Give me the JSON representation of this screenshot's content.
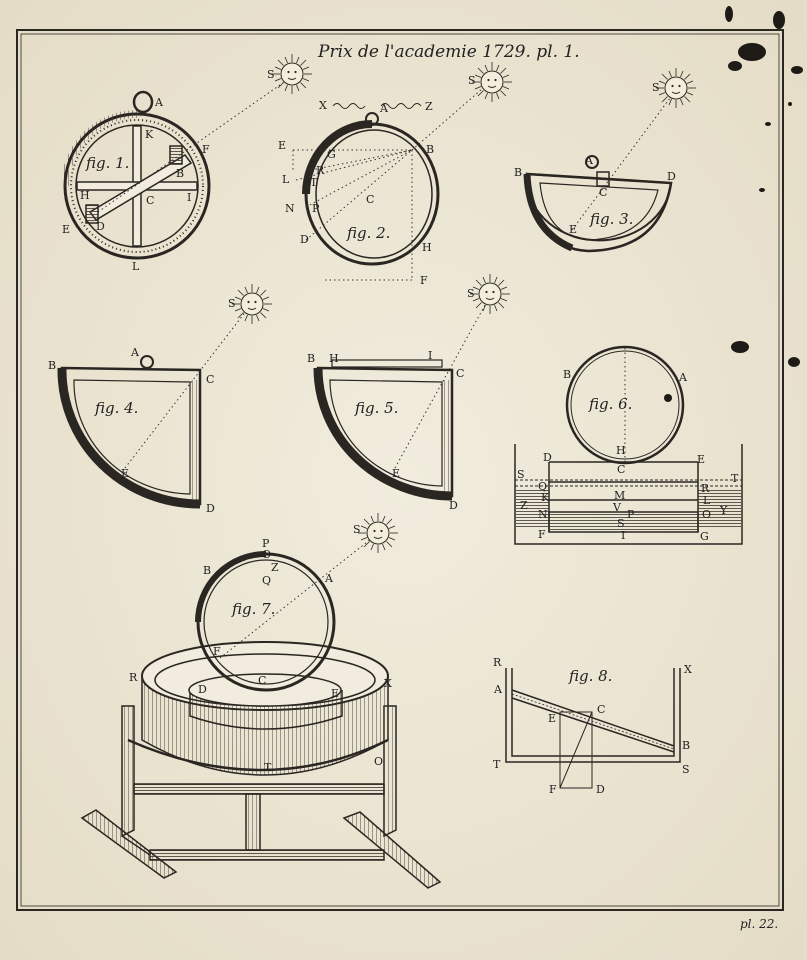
{
  "plate": {
    "title": "Prix de l'academie 1729. pl. 1.",
    "footer": "pl. 22.",
    "ink_color": "#2a2622",
    "paper_color": "#efe9d8"
  },
  "figures": {
    "fig1": {
      "caption": "fig. 1.",
      "labels": [
        "A",
        "K",
        "F",
        "B",
        "H",
        "C",
        "I",
        "E",
        "D",
        "L",
        "S"
      ]
    },
    "fig2": {
      "caption": "fig. 2.",
      "labels": [
        "X",
        "A",
        "Z",
        "S",
        "E",
        "G",
        "B",
        "L",
        "R",
        "T",
        "C",
        "N",
        "P",
        "D",
        "H",
        "F"
      ]
    },
    "fig3": {
      "caption": "fig. 3.",
      "labels": [
        "S",
        "A",
        "B",
        "D",
        "C",
        "E"
      ]
    },
    "fig4": {
      "caption": "fig. 4.",
      "labels": [
        "S",
        "A",
        "B",
        "C",
        "E",
        "D"
      ]
    },
    "fig5": {
      "caption": "fig. 5.",
      "labels": [
        "S",
        "B",
        "H",
        "I",
        "C",
        "E",
        "D"
      ]
    },
    "fig6": {
      "caption": "fig. 6.",
      "labels": [
        "B",
        "A",
        "H",
        "D",
        "E",
        "C",
        "S",
        "T",
        "Q",
        "R",
        "K",
        "M",
        "L",
        "Z",
        "Y",
        "V",
        "N",
        "O",
        "P",
        "S",
        "F",
        "I",
        "G"
      ]
    },
    "fig7": {
      "caption": "fig. 7.",
      "labels": [
        "S",
        "P",
        "O",
        "Z",
        "Q",
        "B",
        "A",
        "F",
        "R",
        "X",
        "D",
        "C",
        "E",
        "O",
        "T"
      ]
    },
    "fig8": {
      "caption": "fig. 8.",
      "labels": [
        "R",
        "X",
        "A",
        "E",
        "C",
        "B",
        "T",
        "S",
        "F",
        "D"
      ]
    }
  }
}
